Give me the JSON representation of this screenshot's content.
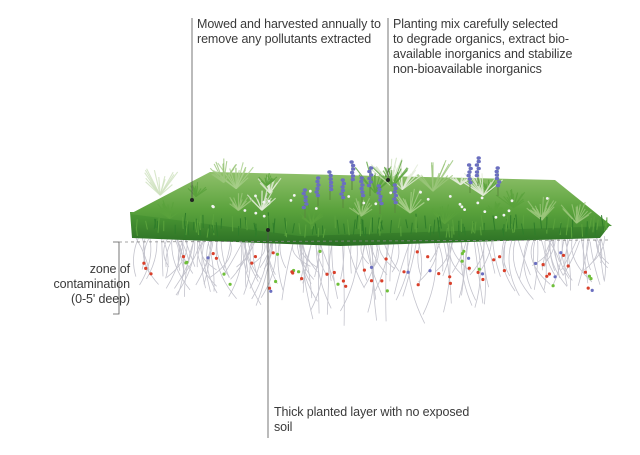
{
  "labels": {
    "mowed": "Mowed and harvested annually to\nremove any pollutants extracted",
    "planting_mix": "Planting mix carefully selected\nto degrade organics, extract bio-\navailable inorganics and stabilize\nnon-bioavailable inorganics",
    "zone": "zone of\ncontamination\n(0-5' deep)",
    "thick_layer": "Thick planted layer with no exposed\nsoil"
  },
  "colors": {
    "grass_dark": "#2f7d2a",
    "grass_mid": "#5aa23c",
    "grass_light": "#a8cf8a",
    "flower_purple": "#6b6fc0",
    "root_gray": "#b9b9c4",
    "contaminant_red": "#d9402b",
    "contaminant_green": "#6fbf3a",
    "leader_line": "#555555"
  }
}
